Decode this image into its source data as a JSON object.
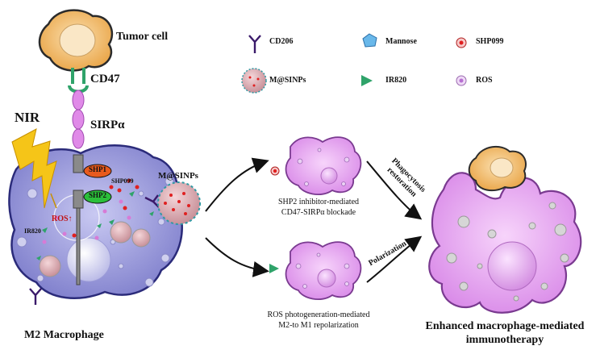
{
  "labels": {
    "tumor_cell": "Tumor cell",
    "cd47": "CD47",
    "sirpa": "SIRPα",
    "nir": "NIR",
    "shp1": "SHP1",
    "shp2": "SHP2",
    "shp099_near": "SHP099",
    "ros_arrow": "ROS↑",
    "ir820_near": "IR820",
    "m_sinps_near": "M@SINPs",
    "m2_macrophage": "M2 Macrophage",
    "pathway_top_line1": "SHP2 inhibitor-mediated",
    "pathway_top_line2": "CD47-SIRPα blockade",
    "pathway_bottom_line1": "ROS photogeneration-mediated",
    "pathway_bottom_line2": "M2-to M1 repolarization",
    "phagocytosis_line1": "Phagocytosis",
    "phagocytosis_line2": "restoration",
    "polarization": "Polarization",
    "final_line1": "Enhanced macrophage-mediated",
    "final_line2": "immunotherapy"
  },
  "legend": [
    {
      "icon": "cd206-icon",
      "label": "CD206"
    },
    {
      "icon": "mannose-icon",
      "label": "Mannose"
    },
    {
      "icon": "shp099-icon",
      "label": "SHP099"
    },
    {
      "icon": "m-sinps-icon",
      "label": "M@SINPs"
    },
    {
      "icon": "ir820-icon",
      "label": "IR820"
    },
    {
      "icon": "ros-icon",
      "label": "ROS"
    }
  ],
  "colors": {
    "macrophage_m2": "#8f8fd6",
    "macrophage_m1": "#e6a6f2",
    "tumor": "#f2b96a",
    "cd47": "#2fa36a",
    "sirpa": "#e08ae8",
    "shp1": "#e85a1e",
    "shp2": "#2bbf3a",
    "nir_bolt": "#f5c518",
    "nanoparticle": "#d9a0a8",
    "ros": "#d77bd6"
  }
}
